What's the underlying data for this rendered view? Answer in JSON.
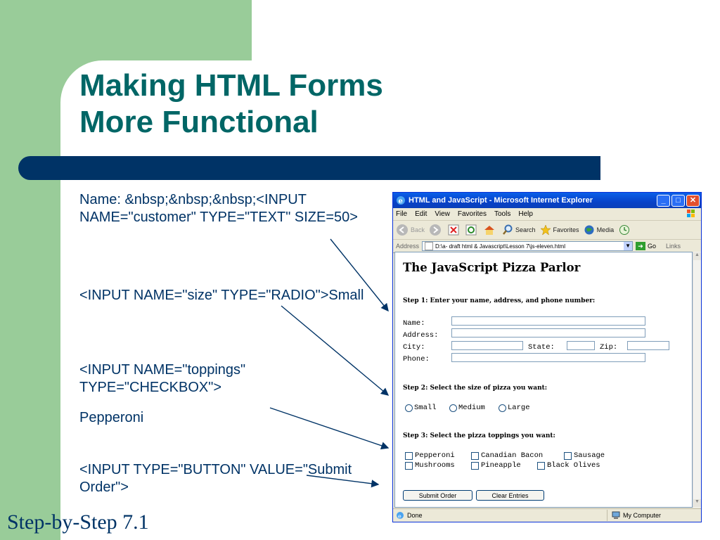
{
  "slide": {
    "title_line1": "Making HTML Forms",
    "title_line2": "More Functional",
    "bullet1": "Name: &nbsp;&nbsp;&nbsp;<INPUT NAME=\"customer\" TYPE=\"TEXT\" SIZE=50>",
    "bullet2": "<INPUT NAME=\"size\" TYPE=\"RADIO\">Small",
    "bullet3": "<INPUT NAME=\"toppings\" TYPE=\"CHECKBOX\">",
    "bullet4": "Pepperoni",
    "bullet5": "<INPUT TYPE=\"BUTTON\" VALUE=\"Submit Order\">",
    "footer": "Step-by-Step 7.1"
  },
  "browser": {
    "title": "HTML and JavaScript - Microsoft Internet Explorer",
    "menu": [
      "File",
      "Edit",
      "View",
      "Favorites",
      "Tools",
      "Help"
    ],
    "toolbar": {
      "back": "Back",
      "search": "Search",
      "favorites": "Favorites",
      "media": "Media"
    },
    "address_label": "Address",
    "address_value": "D:\\a- draft html & Javascript\\Lesson 7\\js-eleven.html",
    "go_label": "Go",
    "links_label": "Links",
    "status_text": "Done",
    "zone_text": "My Computer"
  },
  "page": {
    "heading": "The JavaScript Pizza Parlor",
    "step1": "Step 1: Enter your name, address, and phone number:",
    "name_label": "Name:",
    "address_label": "Address:",
    "city_label": "City:",
    "state_label": "State:",
    "zip_label": "Zip:",
    "phone_label": "Phone:",
    "step2": "Step 2: Select the size of pizza you want:",
    "sizes": [
      "Small",
      "Medium",
      "Large"
    ],
    "step3": "Step 3: Select the pizza toppings you want:",
    "toppings": [
      "Pepperoni",
      "Canadian Bacon",
      "Sausage",
      "Mushrooms",
      "Pineapple",
      "Black Olives"
    ],
    "submit_button": "Submit Order",
    "clear_button": "Clear Entries"
  }
}
